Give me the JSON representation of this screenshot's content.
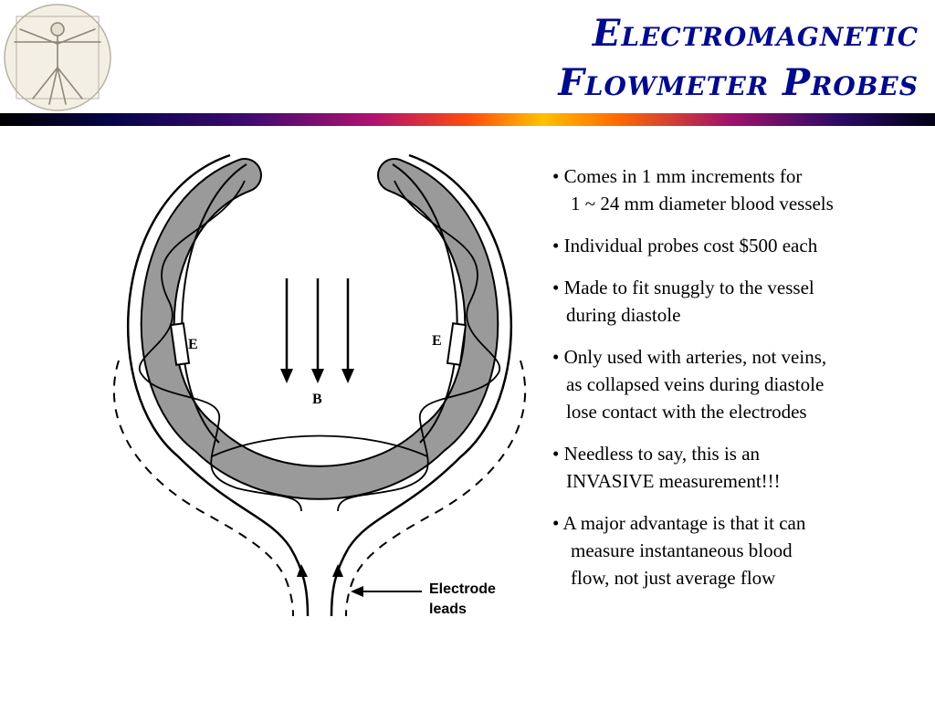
{
  "slide": {
    "title_line1": "Electromagnetic",
    "title_line2": "Flowmeter Probes"
  },
  "logo": {
    "icon": "vitruvian-man-icon"
  },
  "diagram": {
    "electrode_left": "E",
    "electrode_right": "E",
    "field_label": "B",
    "leads_label_line1": "Electrode",
    "leads_label_line2": "leads"
  },
  "bullets": [
    {
      "line1": "• Comes in 1 mm increments for",
      "line2": "1 ~ 24 mm diameter blood vessels"
    },
    {
      "line1": "• Individual probes cost $500 each"
    },
    {
      "line1": "• Made to fit snuggly to the vessel",
      "line2": "during diastole"
    },
    {
      "line1": "• Only used with arteries, not veins,",
      "line2": "as collapsed veins during diastole",
      "line3": "lose contact with the electrodes"
    },
    {
      "line1": "• Needless to say, this is an",
      "line2": "INVASIVE measurement!!!"
    },
    {
      "line1": "•  A major advantage is that it can",
      "line2": "measure instantaneous blood",
      "line3": "flow, not just average flow"
    }
  ]
}
